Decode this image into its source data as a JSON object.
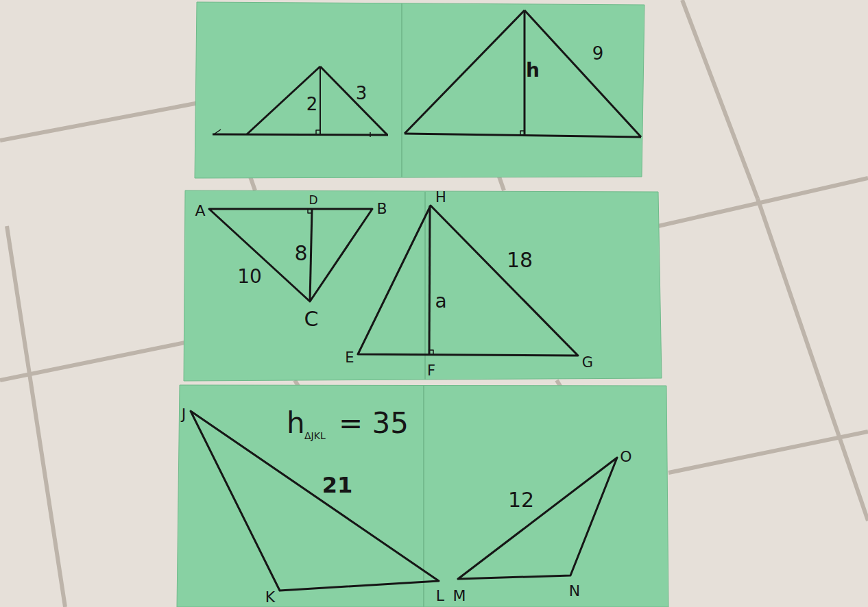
{
  "diagram": {
    "labels": [
      "2",
      "3",
      "h",
      "9",
      "A",
      "D",
      "B",
      "8",
      "10",
      "C",
      "H",
      "a",
      "18",
      "E",
      "F",
      "G",
      "h",
      "ΔJKL",
      "= 35",
      "J",
      "21",
      "K",
      "L",
      "M",
      "N",
      "12",
      "O"
    ]
  }
}
